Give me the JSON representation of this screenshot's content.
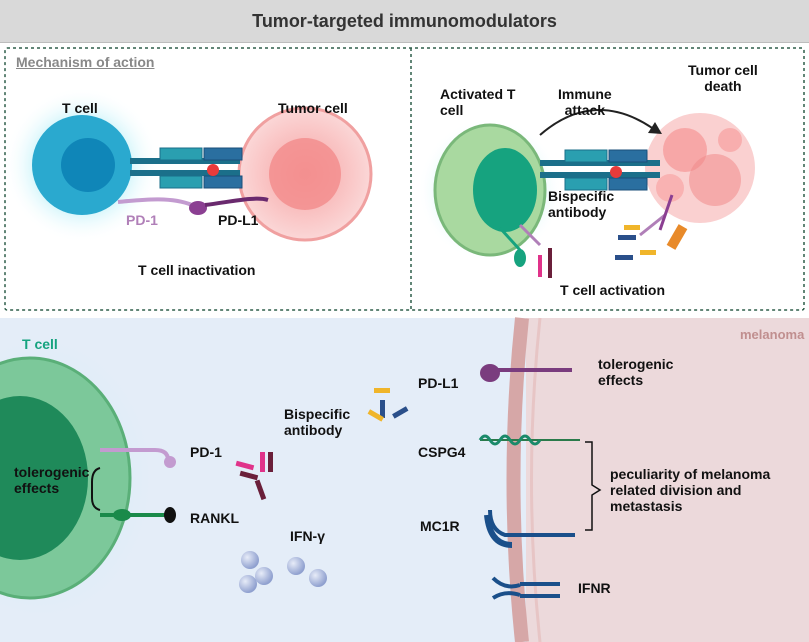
{
  "title": "Tumor-targeted immunomodulators",
  "top_left": {
    "heading": "Mechanism of action",
    "t_cell": "T cell",
    "tumor_cell": "Tumor cell",
    "pd1": "PD-1",
    "pdl1": "PD-L1",
    "caption": "T cell inactivation"
  },
  "top_right": {
    "activated_t_cell": "Activated T\ncell",
    "immune_attack": "Immune\nattack",
    "tumor_death": "Tumor cell\ndeath",
    "bispecific": "Bispecific\nantibody",
    "caption": "T cell activation"
  },
  "bottom": {
    "t_cell": "T cell",
    "melanoma": "melanoma",
    "tolerogenic_left": "tolerogenic\neffects",
    "pd1": "PD-1",
    "rankl": "RANKL",
    "ifn_gamma": "IFN-γ",
    "bispecific": "Bispecific\nantibody",
    "pdl1": "PD-L1",
    "tolerogenic_right": "tolerogenic\neffects",
    "cspg4": "CSPG4",
    "mc1r": "MC1R",
    "ifnr": "IFNR",
    "peculiarity": "peculiarity of melanoma\nrelated division and\nmetastasis"
  },
  "colors": {
    "t_cell": "#29b6c8",
    "tumor": "#f4b8b8",
    "activated": "#2bb37f",
    "pd1": "#b07fb8",
    "pdl1": "#7a3c7e",
    "membrane": "#d9a0a0",
    "bottom_bg": "#e4edf8",
    "melanoma_bg": "#ecd9db"
  }
}
